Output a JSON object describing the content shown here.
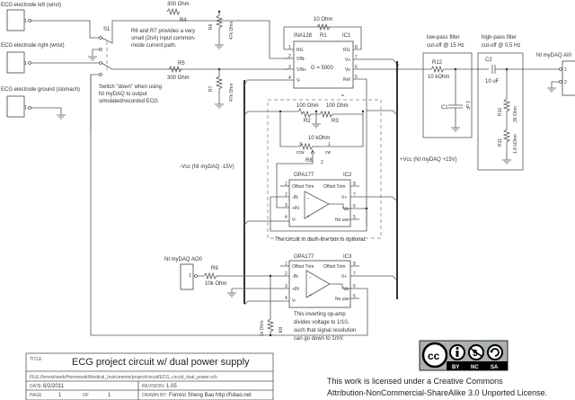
{
  "connectors": {
    "left_wrist": {
      "label": "ECG electrode left (wrist)",
      "pin": "1"
    },
    "right_wrist": {
      "label": "ECG electrode right (wrist)",
      "pin": "1"
    },
    "ground": {
      "label": "ECG electrode ground (stomach)",
      "pin": "1"
    },
    "ao0": {
      "label": "NI myDAQ AO0",
      "pin": "1"
    },
    "ai0": {
      "label": "NI myDAQ AI0",
      "pin1": "1",
      "pin2": "2"
    }
  },
  "switch": {
    "label": "S1",
    "note": [
      "Switch \"down\" when using",
      "NI myDAQ to output",
      "simulated/recorded ECG."
    ]
  },
  "resistors": {
    "r1": {
      "name": "R1",
      "value": "10 Ohm"
    },
    "r2": {
      "name": "R2",
      "value": "100 Ohm"
    },
    "r3": {
      "name": "R3",
      "value": "100 Ohm"
    },
    "r4": {
      "name": "R4",
      "value": "300 Ohm"
    },
    "r5": {
      "name": "R5",
      "value": "300 Ohm"
    },
    "r6": {
      "name": "R6",
      "value": "47k Ohm"
    },
    "r7": {
      "name": "R7",
      "value": "47k Ohm"
    },
    "r8": {
      "name": "R8",
      "value": "10 kOhm",
      "pin3": "3",
      "pin1": "1",
      "pin2": "2",
      "ccw": "ccw",
      "cw": "cw"
    },
    "r9": {
      "name": "R9",
      "value": "10k Ohm"
    },
    "r8b": {
      "name": "R8",
      "value": "1k Ohm"
    },
    "r10": {
      "name": "R10",
      "value": "30 Ohm"
    },
    "r11": {
      "name": "R11",
      "value": "1.8 kOhm"
    },
    "r12": {
      "name": "R12",
      "value": "10 kOhm"
    }
  },
  "capacitors": {
    "c1": {
      "name": "C1",
      "value": "1 uF"
    },
    "c2": {
      "name": "C2",
      "value": "10 uF"
    }
  },
  "notes": {
    "common_mode": [
      "R6 and R7 provides a very",
      "small (2nA) input common-",
      "mode current path."
    ],
    "optional_box": "The circuit in dash-line box is optional.",
    "inverting": [
      "This inverting op-amp",
      "divides voltage to 1/10,",
      "such that signal resolution",
      "can go down to 1mV."
    ],
    "low_pass": [
      "low-pass filter",
      "cut-off @ 15 Hz"
    ],
    "high_pass": [
      "high-pass filter",
      "cut-off @ 0.5 Hz"
    ],
    "neg_vcc": "-Vcc (NI myDAQ -15V)",
    "pos_vcc": "+Vcc (NI myDAQ +15V)"
  },
  "ic1": {
    "part": "INA128",
    "ref": "IC1",
    "gain": "G = 5000",
    "left_pins": [
      {
        "num": "1",
        "name": "RG"
      },
      {
        "num": "2",
        "name": "VIN-"
      },
      {
        "num": "3",
        "name": "VIN+"
      },
      {
        "num": "4",
        "name": "V-"
      }
    ],
    "right_pins": [
      {
        "num": "8",
        "name": "RG"
      },
      {
        "num": "7",
        "name": "V+"
      },
      {
        "num": "6",
        "name": "Vo"
      },
      {
        "num": "5",
        "name": "Ref"
      }
    ]
  },
  "ic2": {
    "part": "OPA177",
    "ref": "IC2",
    "left_pins": [
      {
        "num": "1",
        "name": "Offset Trim"
      },
      {
        "num": "2",
        "name": "-IN"
      },
      {
        "num": "3",
        "name": "+IN"
      },
      {
        "num": "4",
        "name": "V-"
      }
    ],
    "right_pins": [
      {
        "num": "8",
        "name": "Offset Trim"
      },
      {
        "num": "7",
        "name": "V+"
      },
      {
        "num": "6",
        "name": "Vo"
      },
      {
        "num": "5",
        "name": "No use"
      }
    ]
  },
  "ic3": {
    "part": "OPA177",
    "ref": "IC3",
    "left_pins": [
      {
        "num": "1",
        "name": "Offset Trim"
      },
      {
        "num": "2",
        "name": "-IN"
      },
      {
        "num": "3",
        "name": "+IN"
      },
      {
        "num": "4",
        "name": "V-"
      }
    ],
    "right_pins": [
      {
        "num": "8",
        "name": "Offset Trim"
      },
      {
        "num": "7",
        "name": "V+"
      },
      {
        "num": "6",
        "name": "Vo"
      },
      {
        "num": "5",
        "name": "No use"
      }
    ]
  },
  "opamp_signs": {
    "minus": "−",
    "plus": "+"
  },
  "title_block": {
    "title_label": "TITLE",
    "title": "ECG project circuit w/ dual power supply",
    "file_label": "FILE:",
    "file": "/forrest/work/Homework/Medical_Instruments/project/circuit/ECG_circuit_dual_power.sch",
    "date_label": "DATE:",
    "date": "6/2/2011",
    "revision_label": "REVISION:",
    "revision": "1.05",
    "page_label": "PAGE",
    "page": "1",
    "of_label": "OF",
    "of": "1",
    "drawn_label": "DRAWN BY:",
    "drawn": "Forrest Sheng Bao  http://fsbao.net"
  },
  "license": {
    "badge": {
      "cc": "cc",
      "by": "BY",
      "nc": "NC",
      "sa": "SA"
    },
    "line1": "This work is licensed under a Creative Commons",
    "line2": "Attribution-NonCommercial-ShareAlike 3.0 Unported License."
  }
}
